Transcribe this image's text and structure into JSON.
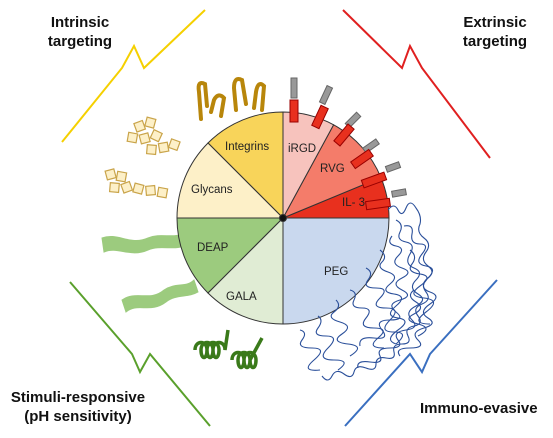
{
  "categories": {
    "intrinsic": "Intrinsic targeting",
    "extrinsic": "Extrinsic targeting",
    "stimuli": "Stimuli-responsive (pH sensitivity)",
    "immuno": "Immuno-evasive"
  },
  "segments": {
    "integrins": "Integrins",
    "glycans": "Glycans",
    "irgd": "iRGD",
    "rvg": "RVG",
    "il3": "IL- 3",
    "deap": "DEAP",
    "gala": "GALA",
    "peg": "PEG"
  },
  "colors": {
    "intrinsic": "#f5d000",
    "extrinsic": "#e02020",
    "stimuli": "#5aa02c",
    "immuno": "#3a6fc0",
    "integrins": "#f8d45a",
    "glycans": "#fdf0c8",
    "irgd": "#f7c3bd",
    "rvg": "#f47c6a",
    "il3": "#e8301e",
    "deap": "#9ccb7e",
    "gala": "#e0ecd4",
    "peg": "#c9d8ee"
  }
}
